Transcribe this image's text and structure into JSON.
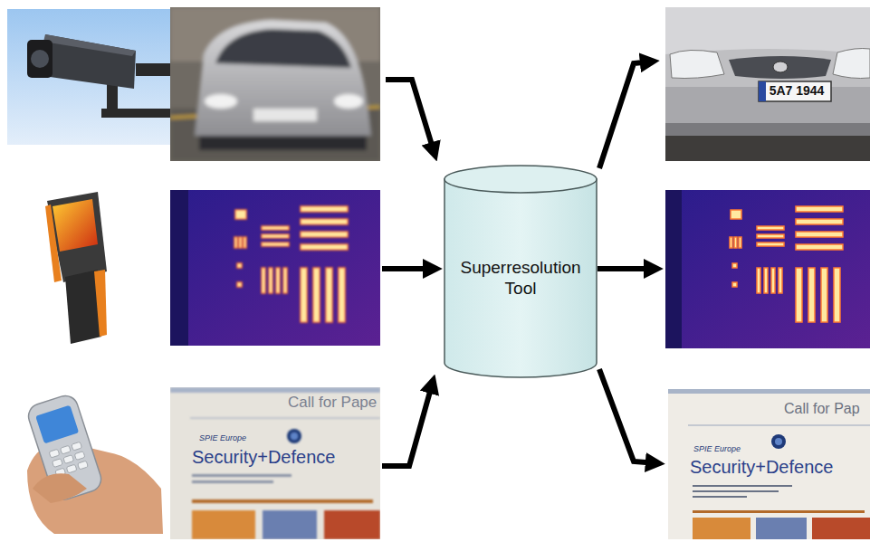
{
  "diagram": {
    "nodes": [
      {
        "text": [
          "Superresolution Tool"
        ]
      }
    ],
    "labels": [
      "5A7 1944",
      "Call for Pape",
      "SPIE Europe",
      "Security+Defence",
      "Call for Pap",
      "SPIE Europe",
      "Security+Defence"
    ]
  }
}
